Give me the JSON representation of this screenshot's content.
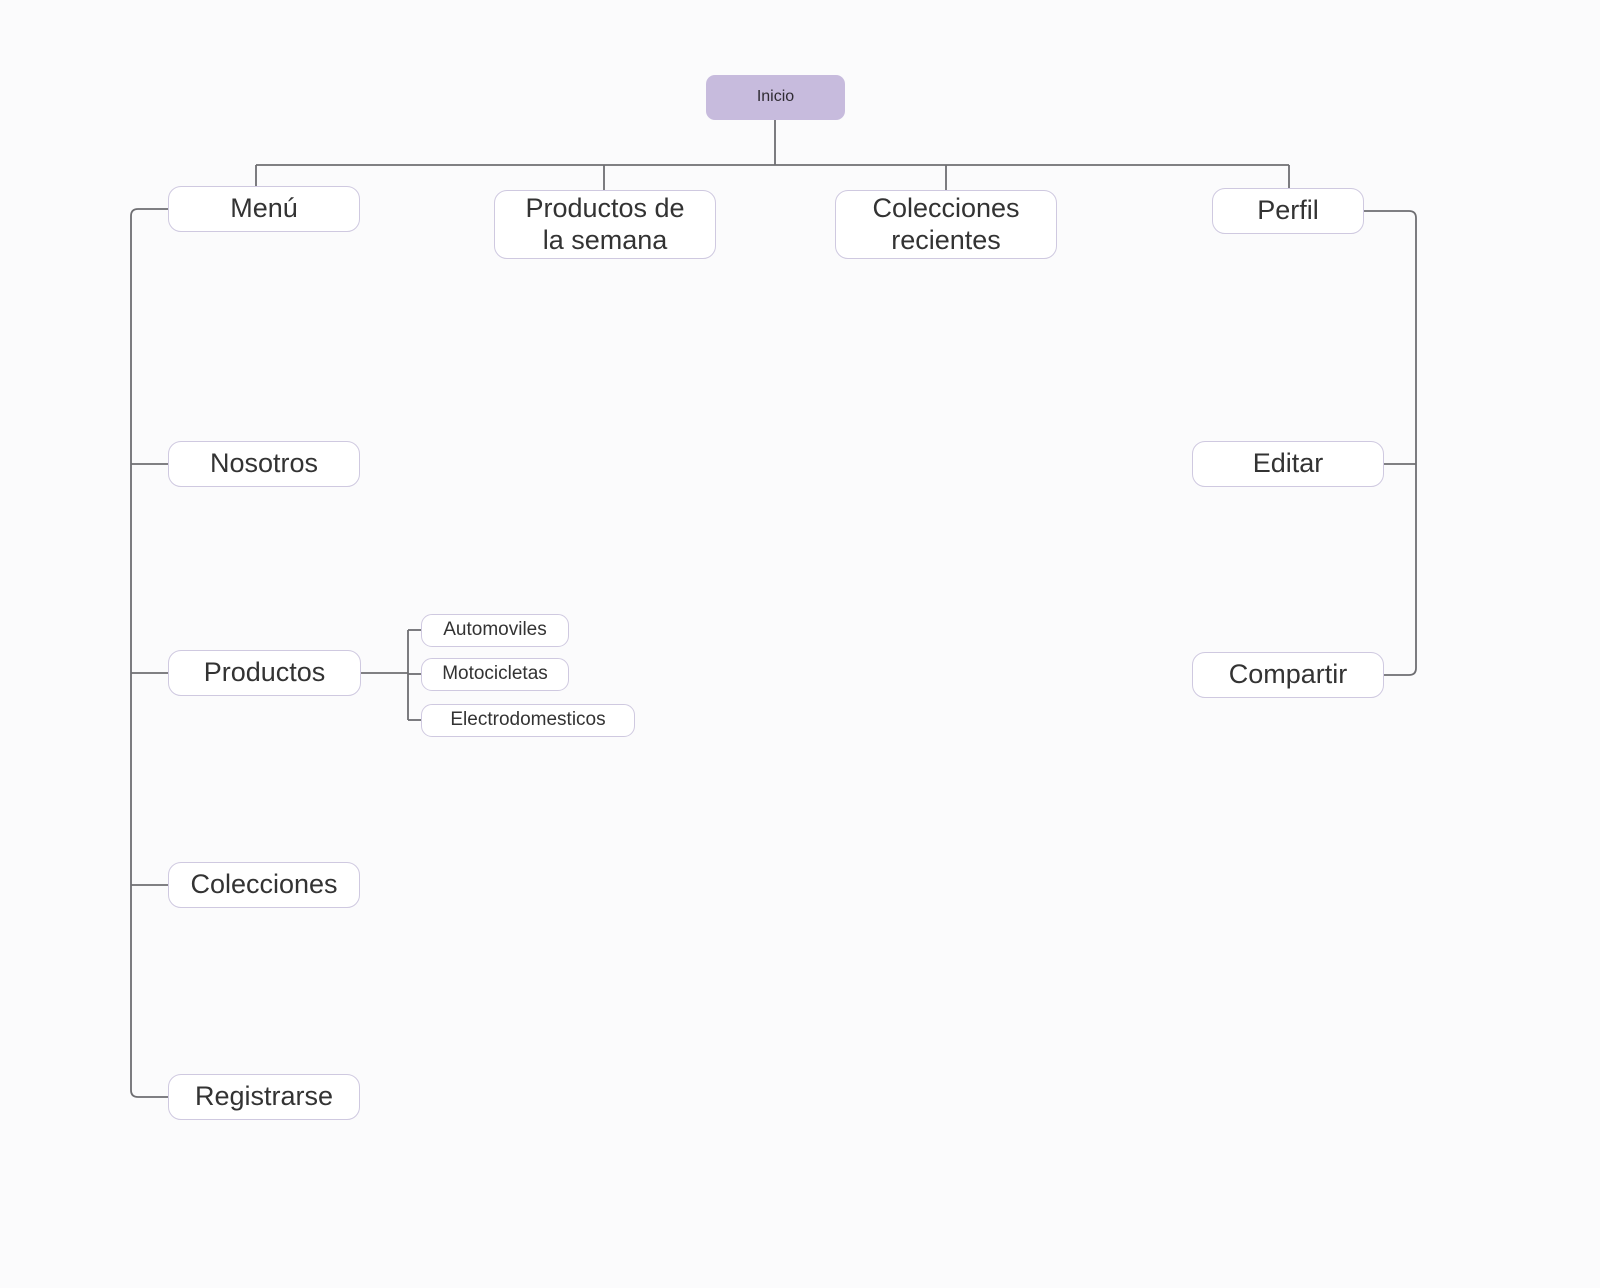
{
  "diagram": {
    "type": "sitemap-tree",
    "title": "Inicio",
    "background_color": "#fbfbfc",
    "node_fill": "#ffffff",
    "node_border_color": "#cfc9e0",
    "root_fill": "#c7bbdd",
    "edge_color": "#6e6e72",
    "text_color": "#333333"
  },
  "nodes": {
    "root": {
      "label": "Inicio"
    },
    "level1": [
      {
        "label": "Menú"
      },
      {
        "label": "Productos de\nla semana"
      },
      {
        "label": "Colecciones\nrecientes"
      },
      {
        "label": "Perfil"
      }
    ],
    "menu_children": [
      {
        "label": "Nosotros"
      },
      {
        "label": "Productos"
      },
      {
        "label": "Colecciones"
      },
      {
        "label": "Registrarse"
      }
    ],
    "productos_children": [
      {
        "label": "Automoviles"
      },
      {
        "label": "Motocicletas"
      },
      {
        "label": "Electrodomesticos"
      }
    ],
    "perfil_children": [
      {
        "label": "Editar"
      },
      {
        "label": "Compartir"
      }
    ]
  }
}
